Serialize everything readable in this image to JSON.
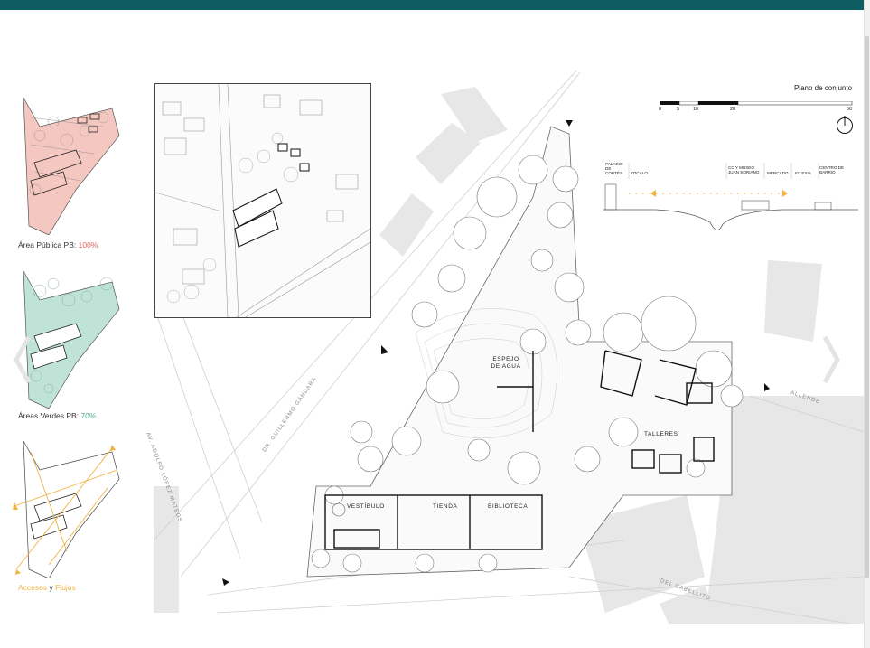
{
  "colors": {
    "topbar": "#0f5d63",
    "public_area": "#f4c7c0",
    "green_area": "#bfe3d6",
    "flows": "#f0b240"
  },
  "diagrams": [
    {
      "prefix": "Área Pública PB: ",
      "value": "100%"
    },
    {
      "prefix": "Áreas Verdes PB: ",
      "value": "70%"
    },
    {
      "word1": "Accesos",
      "conj": " y ",
      "word2": "Flujos"
    }
  ],
  "legend": {
    "title": "Plano de conjunto",
    "scale_ticks": [
      "0",
      "5",
      "10",
      "20",
      "50"
    ],
    "north_icon": "north-arrow-icon"
  },
  "section": {
    "labels": [
      "PALACIO DE CORTÉS",
      "ZÓCALO",
      "CC Y MUSEO JUAN SORIANO",
      "MERCADO",
      "IGLESIA",
      "CENTRO DE BARRIO"
    ]
  },
  "streets": [
    "AV. ADOLFO LÓPEZ MATEOS",
    "DR. GUILLERMO GÁNDARA",
    "ALLENDE",
    "DEL CABELLITO"
  ],
  "rooms": [
    "ESPEJO DE AGUA",
    "TALLERES",
    "VESTÍBULO",
    "TIENDA",
    "BIBLIOTECA"
  ],
  "nav": {
    "prev_icon": "chevron-left-icon",
    "next_icon": "chevron-right-icon"
  }
}
